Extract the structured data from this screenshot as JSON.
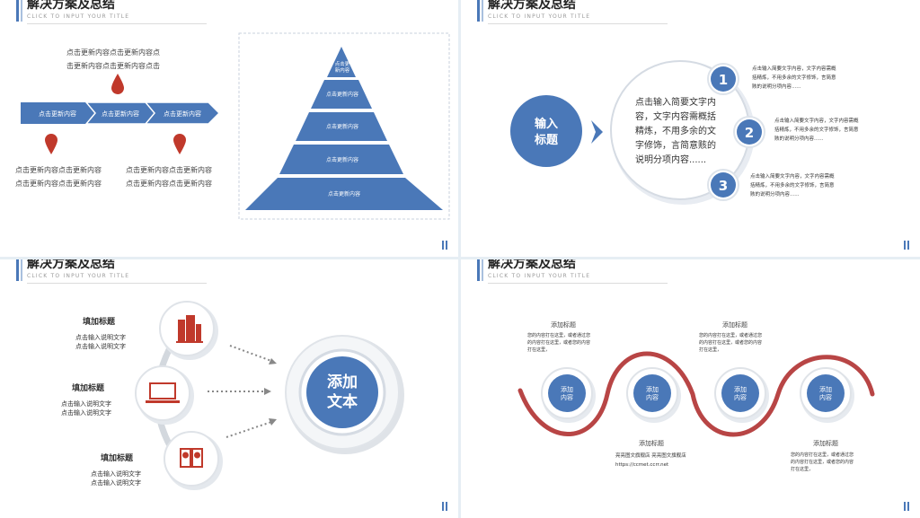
{
  "slide_title": "解决方案及总结",
  "slide_subtitle": "CLICK TO INPUT YOUR TITLE",
  "colors": {
    "blue": "#4a78b8",
    "red": "#c0392b",
    "light": "#e8ecf2"
  },
  "s1": {
    "top_text": [
      "点击更新内容点击更新内容点",
      "击更新内容点击更新内容点击"
    ],
    "arrows": [
      "点击更新内容",
      "点击更新内容",
      "点击更新内容"
    ],
    "bottom_left": [
      "点击更新内容点击更新内容",
      "点击更新内容点击更新内容"
    ],
    "bottom_right": [
      "点击更新内容点击更新内容",
      "点击更新内容点击更新内容"
    ],
    "pyramid_top": "点击更\n新内容",
    "pyramid_levels": [
      "点击更新内容",
      "点击更新内容",
      "点击更新内容",
      "点击更新内容"
    ]
  },
  "s2": {
    "circle_label": "输入\n标题",
    "center_text": [
      "点击输入简要文字内",
      "容，文字内容需概括",
      "精炼，不用多余的文",
      "字修饰，言简意赅的",
      "说明分项内容......"
    ],
    "items": [
      {
        "num": "1",
        "text": [
          "点击输入简要文字内容，文字内容需概",
          "括精炼，不用多余的文字修饰，言简意",
          "赅的说明分项内容......"
        ]
      },
      {
        "num": "2",
        "text": [
          "点击输入简要文字内容，文字内容需概",
          "括精炼，不用多余的文字修饰，言简意",
          "赅的说明分项内容......"
        ]
      },
      {
        "num": "3",
        "text": [
          "点击输入简要文字内容，文字内容需概",
          "括精炼，不用多余的文字修饰，言简意",
          "赅的说明分项内容......"
        ]
      }
    ]
  },
  "s3": {
    "items": [
      {
        "title": "填加标题",
        "lines": [
          "点击输入说明文字",
          "点击输入说明文字"
        ],
        "icon": "building-icon"
      },
      {
        "title": "填加标题",
        "lines": [
          "点击输入说明文字",
          "点击输入说明文字"
        ],
        "icon": "laptop-icon"
      },
      {
        "title": "填加标题",
        "lines": [
          "点击输入说明文字",
          "点击输入说明文字"
        ],
        "icon": "people-icon"
      }
    ],
    "center": "添加\n文本"
  },
  "s4": {
    "circle_label": "添加\n内容",
    "top_blocks": [
      {
        "title": "添加标题",
        "lines": [
          "您的内容打在这里，或者通过您",
          "的内容打在这里，或者您的内容",
          "打在这里，"
        ]
      },
      {
        "title": "添加标题",
        "lines": [
          "您的内容打在这里，或者通过您",
          "的内容打在这里，或者您的内容",
          "打在这里，"
        ]
      }
    ],
    "bottom_blocks": [
      {
        "title": "添加标题",
        "lines": [
          "亮亮图文旗舰店  亮亮图文旗舰店",
          "https://ccmet.ccrr.net"
        ]
      },
      {
        "title": "添加标题",
        "lines": [
          "您的内容打在这里，或者通过您",
          "的内容打在这里，或者您的内容",
          "打在这里，"
        ]
      }
    ]
  }
}
